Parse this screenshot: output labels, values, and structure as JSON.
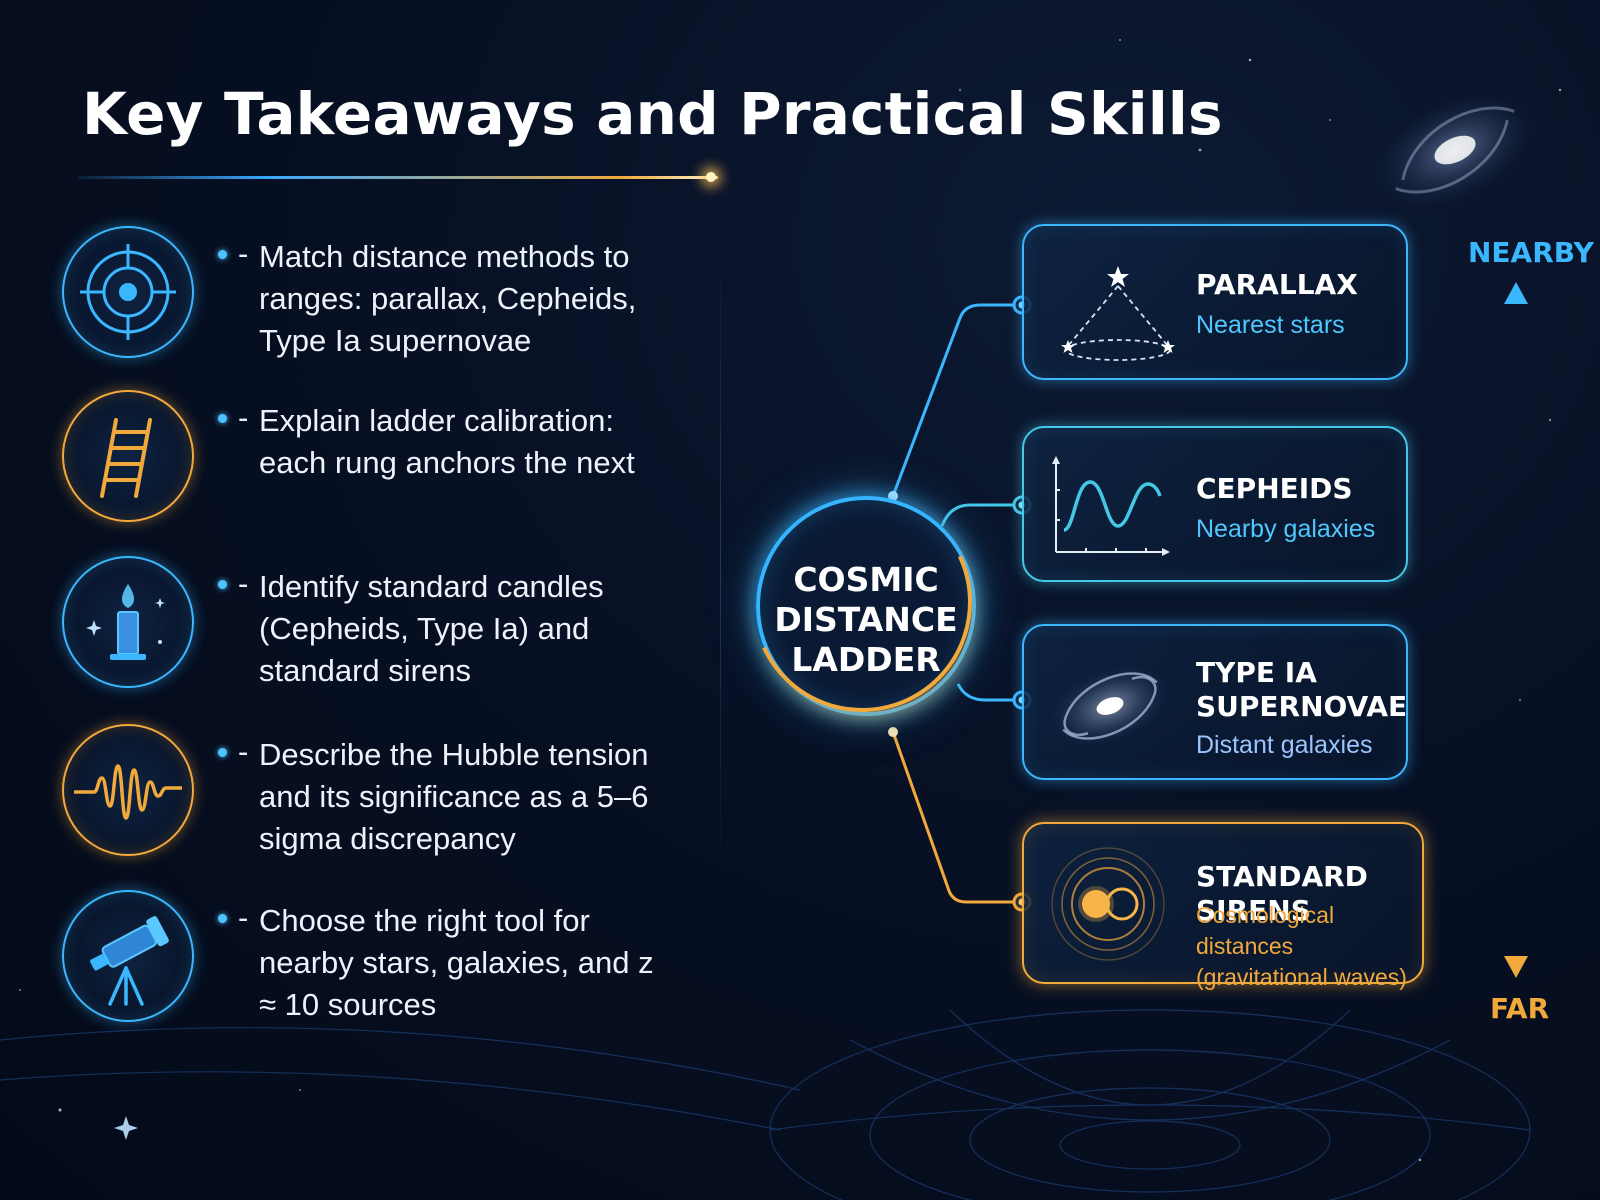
{
  "title": "Key Takeaways and Practical Skills",
  "bullet_prefix": "-",
  "takeaways": [
    {
      "text": "Match distance methods to ranges: parallax, Cepheids, Type Ia supernovae",
      "icon": "target-icon",
      "color": "#3ab7ff"
    },
    {
      "text": "Explain ladder calibration: each rung anchors the next",
      "icon": "ladder-icon",
      "color": "#f2a93b"
    },
    {
      "text": "Identify standard candles (Cepheids, Type Ia) and standard sirens",
      "icon": "candle-icon",
      "color": "#3ab7ff"
    },
    {
      "text": "Describe the Hubble tension and its significance as a 5–6 sigma discrepancy",
      "icon": "waveform-icon",
      "color": "#f2a93b"
    },
    {
      "text": "Choose the right tool for nearby stars, galaxies, and z ≈ 10 sources",
      "icon": "telescope-icon",
      "color": "#3ab7ff"
    }
  ],
  "hub": {
    "label": "COSMIC DISTANCE LADDER"
  },
  "methods": [
    {
      "name": "PARALLAX",
      "range": "Nearest stars",
      "icon": "parallax-triangle-icon",
      "color": "#3ab7ff"
    },
    {
      "name": "CEPHEIDS",
      "range": "Nearby galaxies",
      "icon": "light-curve-icon",
      "color": "#45c8e8"
    },
    {
      "name": "TYPE IA SUPERNOVAE",
      "range": "Distant galaxies",
      "icon": "spiral-galaxy-icon",
      "color": "#3ab7ff"
    },
    {
      "name": "STANDARD SIRENS",
      "range": "Cosmological distances (gravitational waves)",
      "icon": "binary-merger-icon",
      "color": "#f2a93b"
    }
  ],
  "scale": {
    "near_label": "NEARBY",
    "far_label": "FAR"
  },
  "colors": {
    "accent_blue": "#3ab7ff",
    "accent_orange": "#f2a93b",
    "background": "#071024"
  }
}
